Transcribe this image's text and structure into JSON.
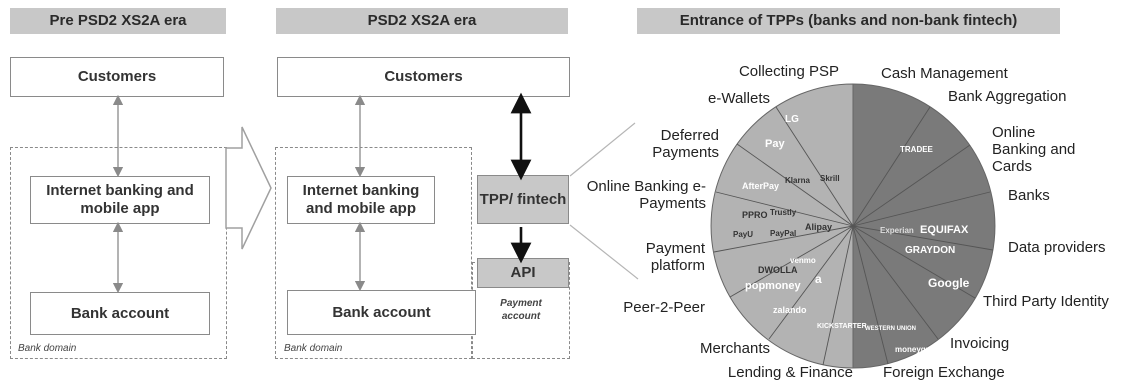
{
  "panel1": {
    "header": "Pre PSD2 XS2A era",
    "customers": "Customers",
    "internet_banking": "Internet banking and mobile app",
    "bank_account": "Bank account",
    "domain_label": "Bank domain"
  },
  "panel2": {
    "header": "PSD2 XS2A era",
    "customers": "Customers",
    "internet_banking": "Internet banking and mobile app",
    "tpp": "TPP/ fintech",
    "api": "API",
    "payment_account": "Payment account",
    "bank_account": "Bank account",
    "domain_label": "Bank domain"
  },
  "panel3": {
    "header": "Entrance of TPPs (banks and non-bank fintech)",
    "left_segments": [
      "Collecting PSP",
      "e-Wallets",
      "Deferred Payments",
      "Online Banking e-Payments",
      "Payment platform",
      "Peer-2-Peer",
      "Merchants",
      "Lending & Finance"
    ],
    "right_segments": [
      "Cash Management",
      "Bank Aggregation",
      "Online Banking and Cards",
      "Banks",
      "Data providers",
      "Third Party Identity",
      "Invoicing",
      "Foreign Exchange"
    ],
    "logos": [
      "LG",
      "Pay",
      "AfterPay",
      "Klarna",
      "Skrill",
      "PPRO",
      "Trustly",
      "PayU",
      "PayPal",
      "Alipay",
      "venmo",
      "DWOLLA",
      "popmoney",
      "a",
      "zalando",
      "KICKSTARTER",
      "Equifax",
      "GRAYDON",
      "Google",
      "TRADEE",
      "Experian",
      "WESTERN UNION",
      "moneygram"
    ],
    "colors": {
      "pie_light": "#b3b3b3",
      "pie_dark": "#7a7a7a",
      "header_bg": "#c8c8c8"
    }
  }
}
